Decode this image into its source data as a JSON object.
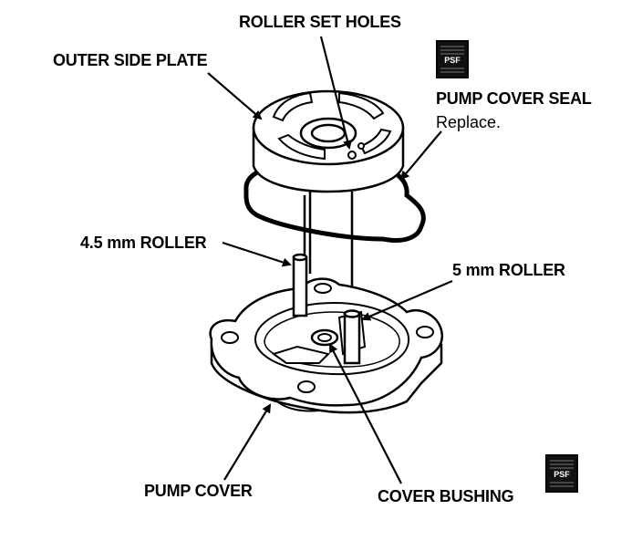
{
  "labels": {
    "roller_set_holes": "ROLLER SET HOLES",
    "outer_side_plate": "OUTER SIDE PLATE",
    "pump_cover_seal": "PUMP COVER SEAL",
    "replace_note": "Replace.",
    "roller_45mm": "4.5 mm ROLLER",
    "roller_5mm": "5 mm ROLLER",
    "pump_cover": "PUMP COVER",
    "cover_bushing": "COVER BUSHING"
  },
  "badges": {
    "seal_badge_text": "PSF",
    "bushing_badge_text": "PSF"
  }
}
